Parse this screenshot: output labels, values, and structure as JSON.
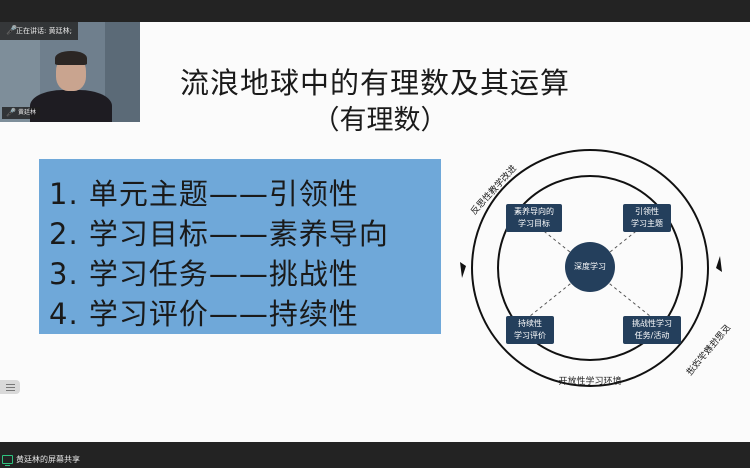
{
  "meeting": {
    "speaking_label": "正在讲话: 黄廷林;",
    "participant_name": "黄廷林",
    "share_label": "黄廷林的屏幕共享"
  },
  "slide": {
    "title": "流浪地球中的有理数及其运算",
    "subtitle": "（有理数）",
    "points": [
      "1. 单元主题——引领性",
      "2. 学习目标——素养导向",
      "3. 学习任务——挑战性",
      "4. 学习评价——持续性"
    ],
    "diagram": {
      "center": "深度学习",
      "box_tl": [
        "素养导向的",
        "学习目标"
      ],
      "box_tr": [
        "引领性",
        "学习主题"
      ],
      "box_bl": [
        "持续性",
        "学习评价"
      ],
      "box_br": [
        "挑战性学习",
        "任务/活动"
      ],
      "arc_left": "反思性教学改进",
      "arc_right": "反思性教学改进",
      "bottom": "开放性学习环境"
    }
  },
  "colors": {
    "box_fill": "#6fa8d9",
    "diagram_navy": "#243f5c",
    "mic_green": "#2ec27e"
  },
  "icons": {
    "mic": "microphone-icon",
    "screen": "screen-share-icon",
    "menu": "menu-lines-icon"
  }
}
